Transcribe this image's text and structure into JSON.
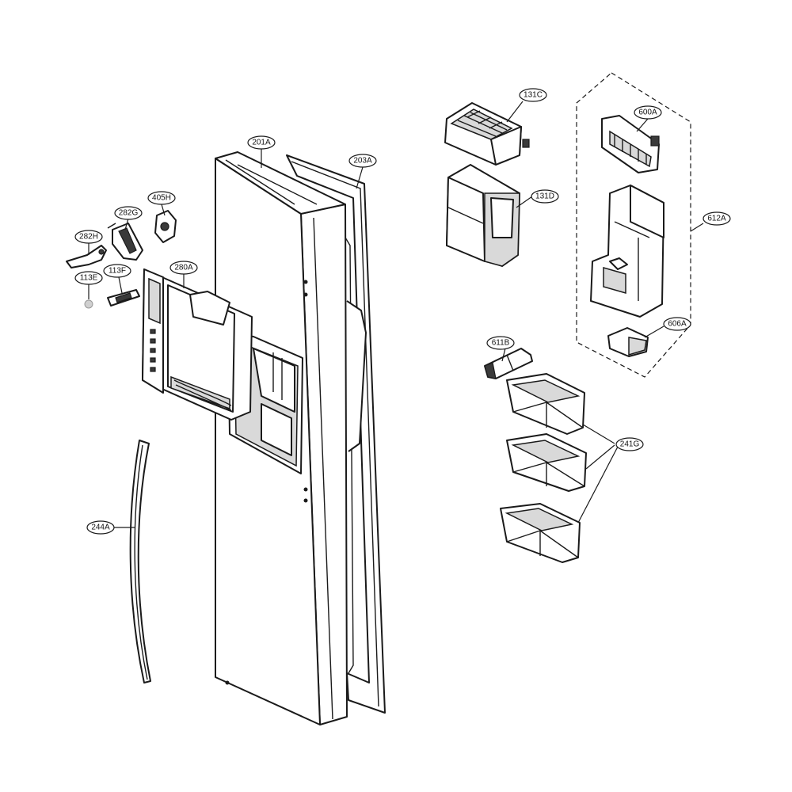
{
  "callouts": {
    "p201A": "201A",
    "p203A": "203A",
    "p131C": "131C",
    "p131D": "131D",
    "p600A": "600A",
    "p612A": "612A",
    "p606A": "606A",
    "p611B": "611B",
    "p241G": "241G",
    "p405H": "405H",
    "p282G": "282G",
    "p282H": "282H",
    "p280A": "280A",
    "p113F": "113F",
    "p113E": "113E",
    "p244A": "244A"
  }
}
